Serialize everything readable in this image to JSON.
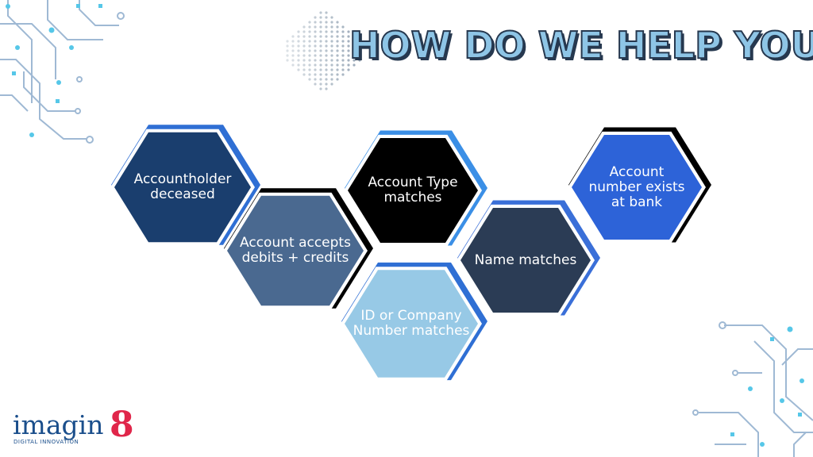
{
  "title": "HOW DO WE HELP YOU?",
  "hexagons": [
    {
      "label": "Accountholder deceased",
      "fill": "#1a3e6e",
      "border": "#2f6fd4"
    },
    {
      "label": "Account accepts debits + credits",
      "fill": "#4a6990",
      "border": "#000000"
    },
    {
      "label": "Account Type matches",
      "fill": "#000000",
      "border": "#3b8fe6"
    },
    {
      "label": "ID or Company Number matches",
      "fill": "#97c9e6",
      "border": "#2f6fd4"
    },
    {
      "label": "Name matches",
      "fill": "#2b3c55",
      "border": "#3a6fd8"
    },
    {
      "label": "Account number exists at bank",
      "fill": "#2d63d8",
      "border": "#000000"
    }
  ],
  "logo": {
    "word": "imagin",
    "digit": "8",
    "tagline": "DIGITAL INNOVATION"
  },
  "colors": {
    "title_fill": "#8ec5e6",
    "title_outline": "#26384f",
    "circuit": "#9fb9d4",
    "circuit_dot": "#56c7e8"
  }
}
